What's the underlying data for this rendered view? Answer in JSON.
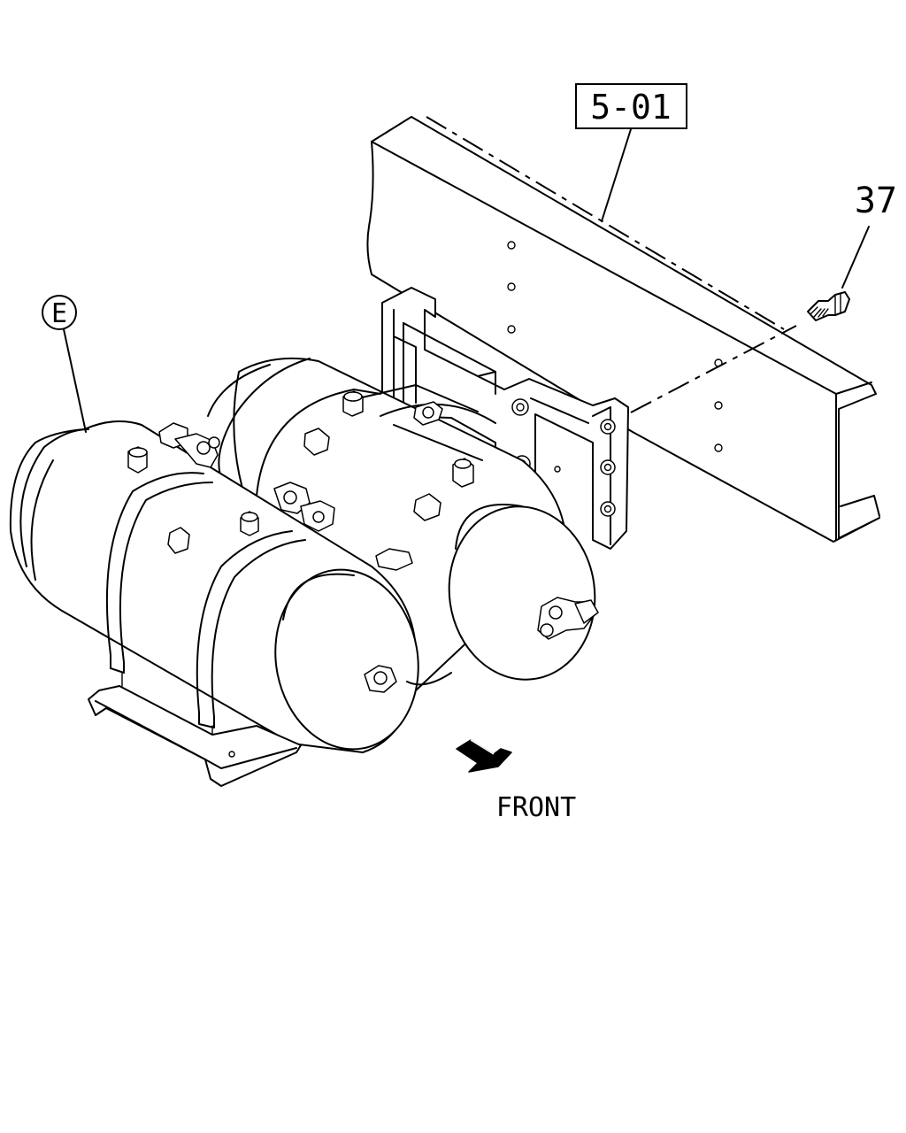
{
  "callouts": {
    "ref_box": "5-01",
    "part_37": "37",
    "circle_e": "E"
  },
  "direction": {
    "label": "FRONT"
  }
}
